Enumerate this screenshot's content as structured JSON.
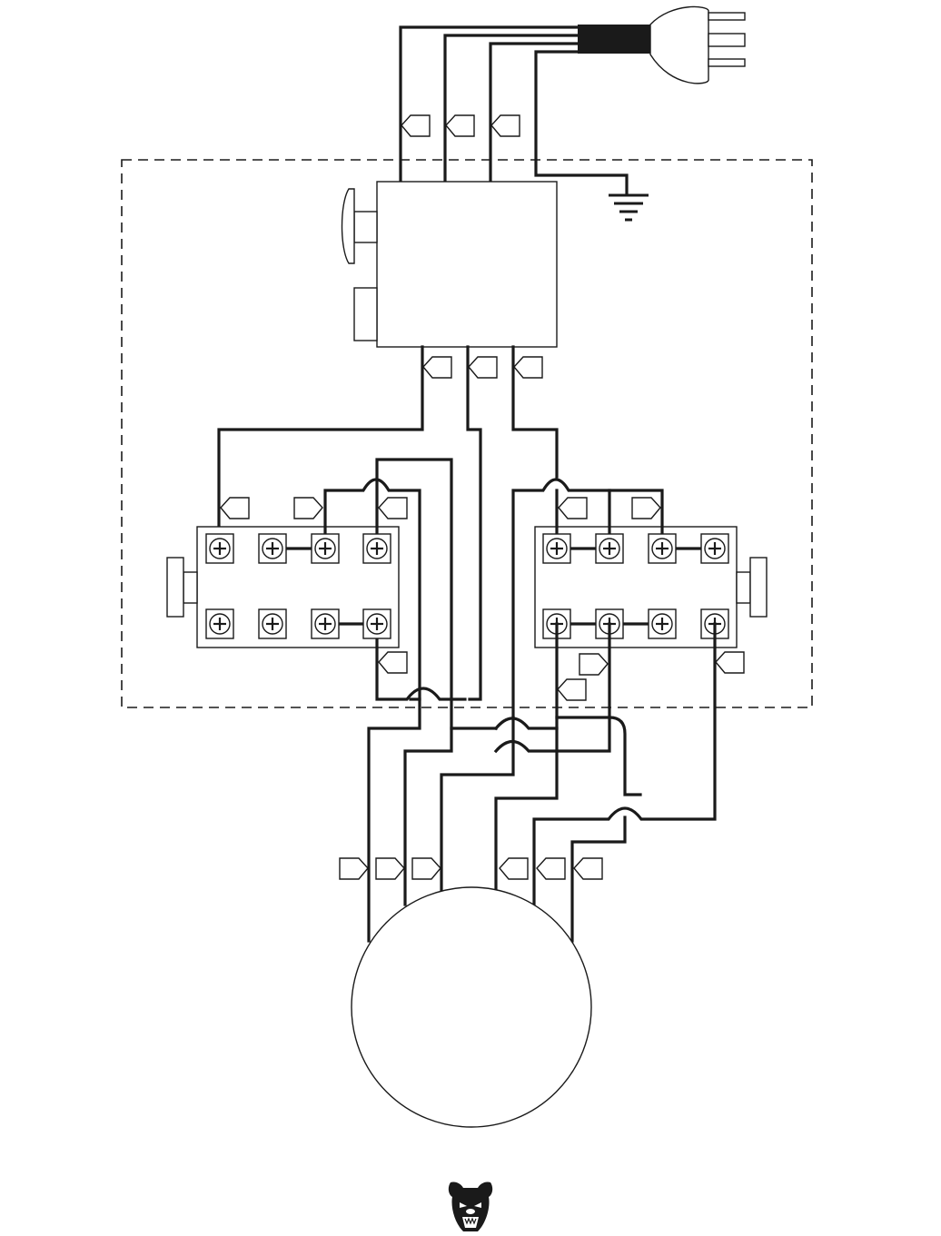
{
  "diagram": {
    "colors": {
      "ink": "#1a1a1a",
      "paper": "#ffffff"
    },
    "icons": {
      "plug": "power-plug-icon",
      "ground": "ground-symbol-icon",
      "logo": "bear-head-logo-icon"
    },
    "components": [
      "power-plug",
      "control-box",
      "left-terminal-block",
      "right-terminal-block",
      "motor"
    ]
  }
}
